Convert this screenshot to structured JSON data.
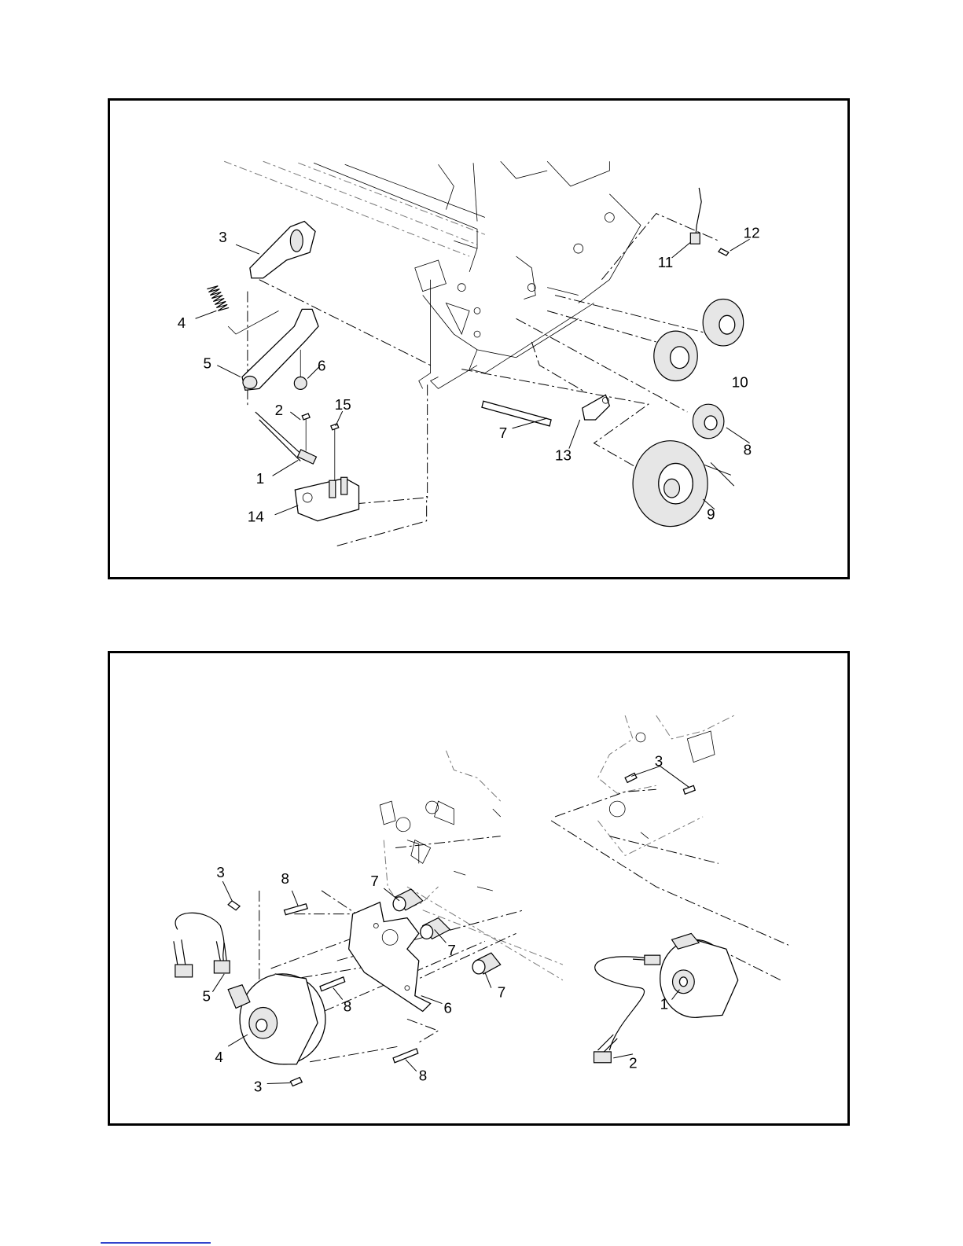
{
  "top_diagram": {
    "callouts": [
      "1",
      "2",
      "3",
      "4",
      "5",
      "6",
      "7",
      "8",
      "9",
      "10",
      "11",
      "12",
      "13",
      "14",
      "15"
    ]
  },
  "bottom_diagram": {
    "callouts_left": [
      "3",
      "8",
      "7",
      "7",
      "7",
      "8",
      "6",
      "5",
      "4",
      "3",
      "8"
    ],
    "callouts_right": [
      "3",
      "1",
      "2"
    ]
  },
  "colors": {
    "line": "#000000",
    "frame": "#000000",
    "footer_rule": "#3344cc"
  }
}
